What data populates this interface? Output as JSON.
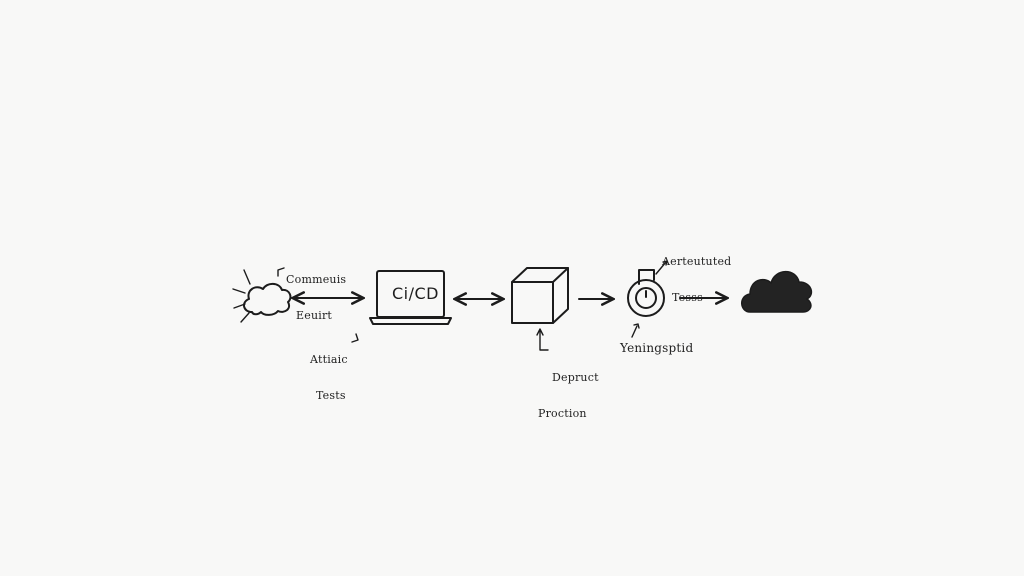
{
  "nodes": {
    "trigger": {
      "label_line1": "Commeuis",
      "label_line2": "Eeuirt"
    },
    "tests": {
      "label_line1": "Attiaic",
      "label_line2": "Tests"
    },
    "ci_cd": {
      "screen_text": "Ci/CD"
    },
    "deploy": {
      "label_line1": "Depruct",
      "label_line2": "Proction"
    },
    "automated_tests": {
      "label_line1": "Aerteututed",
      "label_line2": "Tesss"
    },
    "monitoring": {
      "label": "Yeningsptid"
    },
    "cloud_destination": {}
  },
  "colors": {
    "ink": "#1c1c1c",
    "background": "#f8f8f7"
  }
}
